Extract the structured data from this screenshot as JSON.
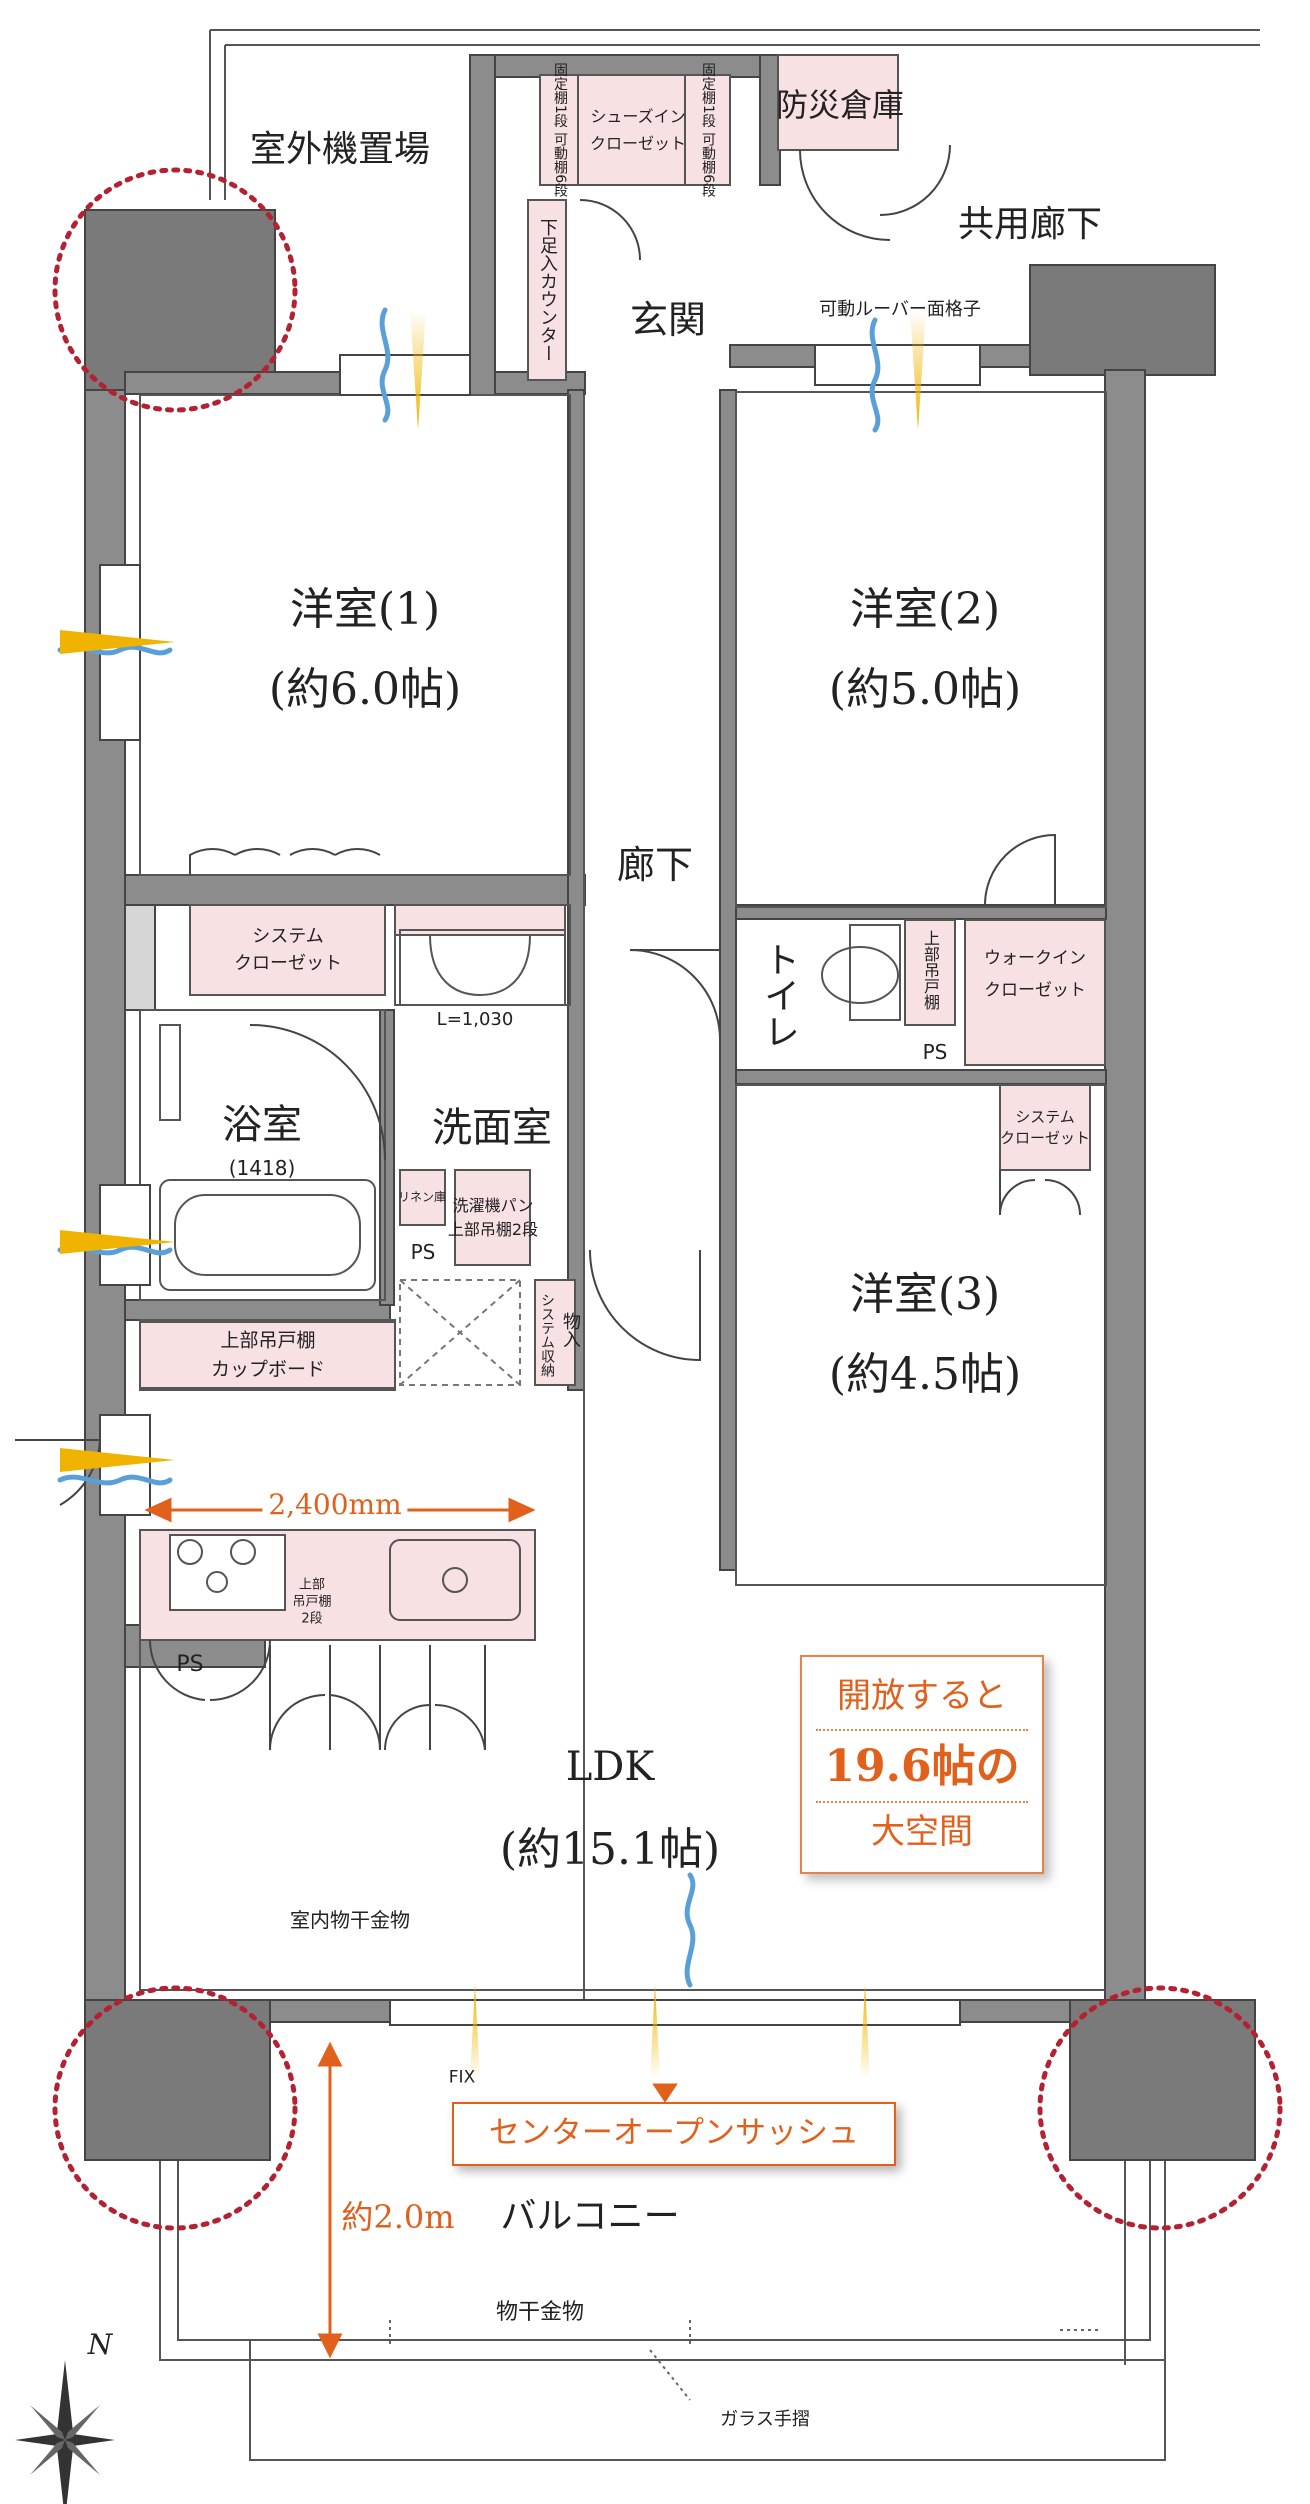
{
  "labels": {
    "outdoor_unit": "室外機置場",
    "shoes_closet": "シューズイン\nクローゼット",
    "fixed_shelf_left": "固定棚1段 可動棚6段",
    "fixed_shelf_right": "固定棚1段 可動棚6段",
    "disaster_storage": "防災倉庫",
    "common_corridor": "共用廊下",
    "entrance": "玄関",
    "shoe_counter": "下足入カウンター",
    "louver": "可動ルーバー面格子",
    "room1_name": "洋室(1)",
    "room1_size": "(約6.0帖)",
    "room2_name": "洋室(2)",
    "room2_size": "(約5.0帖)",
    "room3_name": "洋室(3)",
    "room3_size": "(約4.5帖)",
    "hallway": "廊下",
    "toilet": "トイレ",
    "upper_cabinet": "上部吊戸棚",
    "walkin": "ウォークイン\nクローゼット",
    "system_closet_1": "システム\nクローゼット",
    "system_closet_3": "システム\nクローゼット",
    "ps_toilet": "PS",
    "ps_wash": "PS",
    "ps_kitchen": "PS",
    "bath": "浴室",
    "bath_size": "(1418)",
    "washroom": "洗面室",
    "linen": "リネン庫",
    "washer": "洗濯機パン\n上部吊棚2段",
    "width_note": "L=1,030",
    "storage_in": "物入",
    "system_storage": "システム収納",
    "cupboard": "上部吊戸棚\nカップボード",
    "dim_2400": "2,400mm",
    "kitchen_shelf": "上部\n吊戸棚\n2段",
    "ldk": "LDK",
    "ldk_size": "(約15.1帖)",
    "indoor_dry": "室内物干金物",
    "fix": "FIX",
    "balcony": "バルコニー",
    "depth": "約2.0m",
    "outdoor_dry": "物干金物",
    "glass_rail": "ガラス手摺",
    "north": "N"
  },
  "promo": {
    "line1": "開放すると",
    "line2": "19.6帖の",
    "line3": "大空間"
  },
  "sash_label": "センターオープンサッシュ",
  "colors": {
    "wall": "#8c8c8c",
    "wall_dark": "#7a7a7a",
    "storage_fill": "#f7e1e3",
    "accent": "#e0601c",
    "air_blue": "#5aa0d8",
    "air_yellow": "#f0b400",
    "circle": "#b22233"
  }
}
